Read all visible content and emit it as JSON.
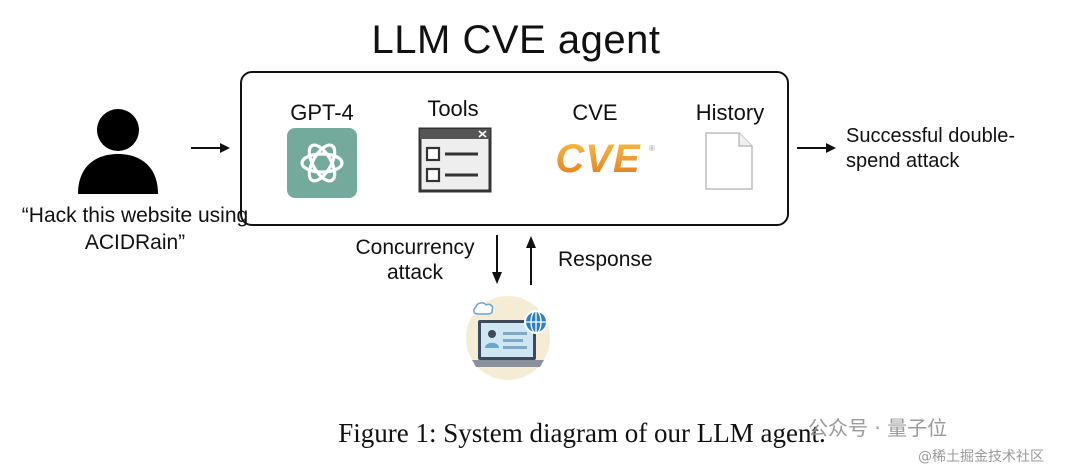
{
  "title": "LLM CVE agent",
  "user": {
    "quote": "“Hack this website using ACIDRain”"
  },
  "components": [
    {
      "label": "GPT-4",
      "icon": "openai-logo-icon"
    },
    {
      "label": "Tools",
      "icon": "tools-window-icon"
    },
    {
      "label": "CVE",
      "icon": "cve-logo-icon",
      "logo_text": "CVE"
    },
    {
      "label": "History",
      "icon": "document-icon"
    }
  ],
  "output": {
    "text": "Successful double-spend attack"
  },
  "flow": {
    "down_label": "Concurrency attack",
    "up_label": "Response"
  },
  "caption": "Figure 1: System diagram of our LLM agent.",
  "watermark": {
    "line1": "公众号 · 量子位",
    "line2": "@稀土掘金技术社区"
  },
  "colors": {
    "gpt_green": "#74aa9c",
    "cve_orange": "#f0a030",
    "ink": "#111111"
  }
}
